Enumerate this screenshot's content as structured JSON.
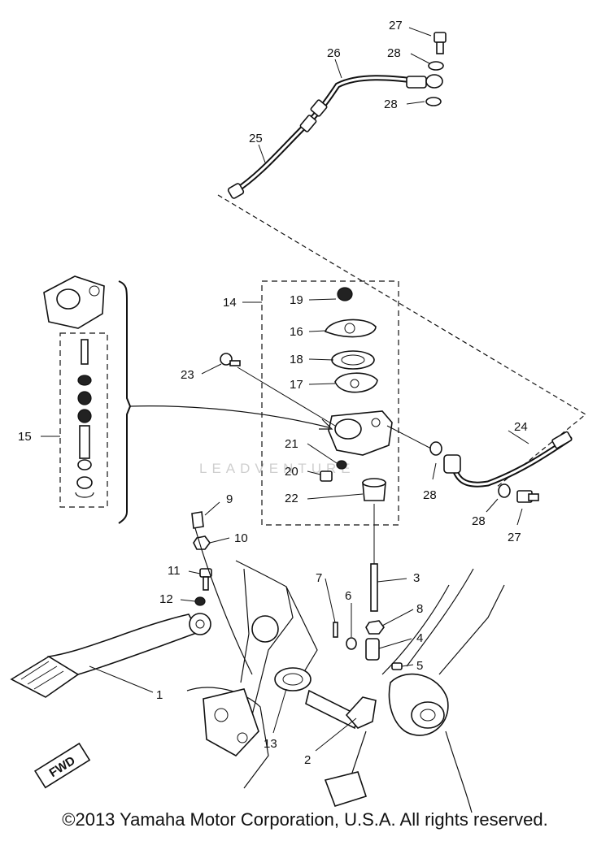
{
  "callouts": [
    {
      "id": "27a",
      "text": "27"
    },
    {
      "id": "26",
      "text": "26"
    },
    {
      "id": "28a",
      "text": "28"
    },
    {
      "id": "28b",
      "text": "28"
    },
    {
      "id": "25",
      "text": "25"
    },
    {
      "id": "14",
      "text": "14"
    },
    {
      "id": "19",
      "text": "19"
    },
    {
      "id": "16",
      "text": "16"
    },
    {
      "id": "18",
      "text": "18"
    },
    {
      "id": "23",
      "text": "23"
    },
    {
      "id": "17",
      "text": "17"
    },
    {
      "id": "15",
      "text": "15"
    },
    {
      "id": "24",
      "text": "24"
    },
    {
      "id": "21",
      "text": "21"
    },
    {
      "id": "20",
      "text": "20"
    },
    {
      "id": "28c",
      "text": "28"
    },
    {
      "id": "22",
      "text": "22"
    },
    {
      "id": "28d",
      "text": "28"
    },
    {
      "id": "27b",
      "text": "27"
    },
    {
      "id": "9",
      "text": "9"
    },
    {
      "id": "10",
      "text": "10"
    },
    {
      "id": "11",
      "text": "11"
    },
    {
      "id": "3",
      "text": "3"
    },
    {
      "id": "7",
      "text": "7"
    },
    {
      "id": "6",
      "text": "6"
    },
    {
      "id": "12",
      "text": "12"
    },
    {
      "id": "8",
      "text": "8"
    },
    {
      "id": "4",
      "text": "4"
    },
    {
      "id": "5",
      "text": "5"
    },
    {
      "id": "1",
      "text": "1"
    },
    {
      "id": "13",
      "text": "13"
    },
    {
      "id": "2",
      "text": "2"
    }
  ],
  "direction_badge": "FWD",
  "watermark": "LEADVENTURE",
  "copyright": "©2013 Yamaha Motor Corporation, U.S.A. All rights reserved."
}
